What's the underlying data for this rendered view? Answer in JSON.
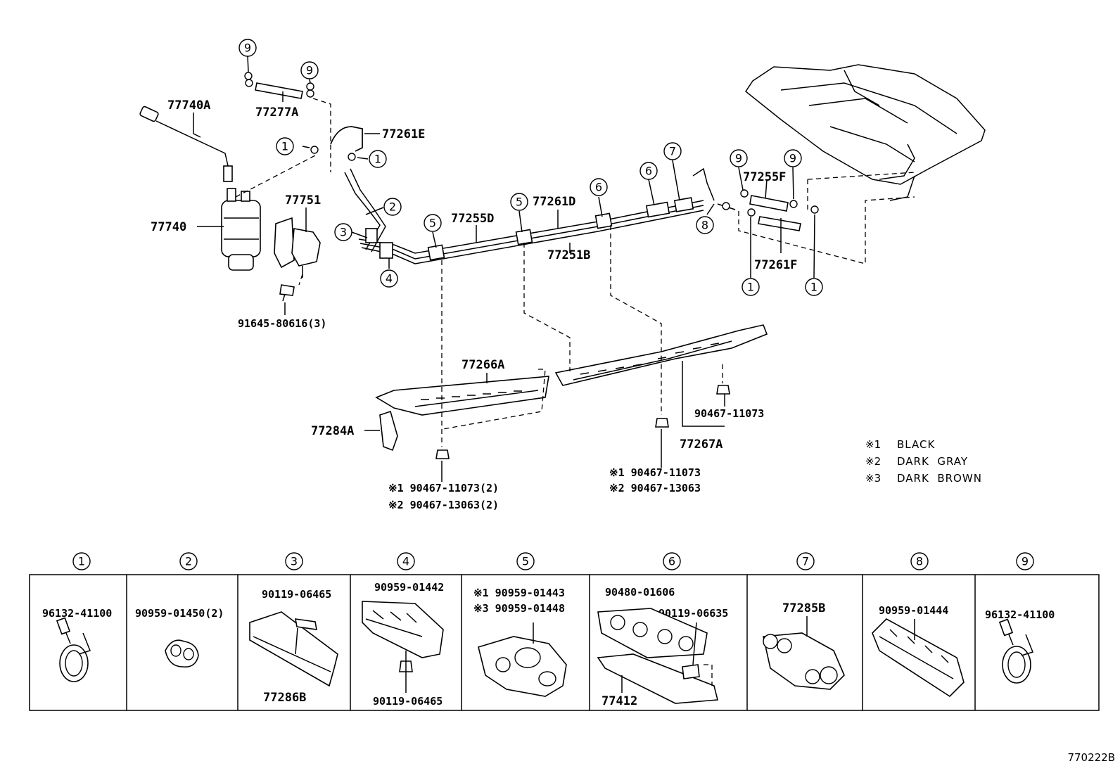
{
  "figure_code": "770222B",
  "legend": [
    {
      "mark": "※1",
      "text": "BLACK"
    },
    {
      "mark": "※2",
      "text": "DARK  GRAY"
    },
    {
      "mark": "※3",
      "text": "DARK  BROWN"
    }
  ],
  "callouts": [
    "1",
    "2",
    "3",
    "4",
    "5",
    "6",
    "7",
    "8",
    "9"
  ],
  "parts": {
    "p77740A": "77740A",
    "p77277A": "77277A",
    "p77261E": "77261E",
    "p77751": "77751",
    "p77740": "77740",
    "p91645": "91645-80616(3)",
    "p77255D": "77255D",
    "p77261D": "77261D",
    "p77251B": "77251B",
    "p77255F": "77255F",
    "p77261F": "77261F",
    "p77266A": "77266A",
    "p77284A": "77284A",
    "p77267A": "77267A",
    "p90467a": "90467-11073",
    "fastL1": "※1 90467-11073(2)",
    "fastL2": "※2 90467-13063(2)",
    "fastM1": "※1 90467-11073",
    "fastM2": "※2 90467-13063"
  },
  "table": [
    {
      "num": "1",
      "labels": [
        "96132-41100"
      ]
    },
    {
      "num": "2",
      "labels": [
        "90959-01450(2)"
      ]
    },
    {
      "num": "3",
      "labels": [
        "90119-06465",
        "77286B"
      ]
    },
    {
      "num": "4",
      "labels": [
        "90959-01442",
        "90119-06465"
      ]
    },
    {
      "num": "5",
      "labels": [
        "※1 90959-01443",
        "※3 90959-01448"
      ]
    },
    {
      "num": "6",
      "labels": [
        "90480-01606",
        "90119-06635",
        "77412"
      ]
    },
    {
      "num": "7",
      "labels": [
        "77285B"
      ]
    },
    {
      "num": "8",
      "labels": [
        "90959-01444"
      ]
    },
    {
      "num": "9",
      "labels": [
        "96132-41100"
      ]
    }
  ]
}
